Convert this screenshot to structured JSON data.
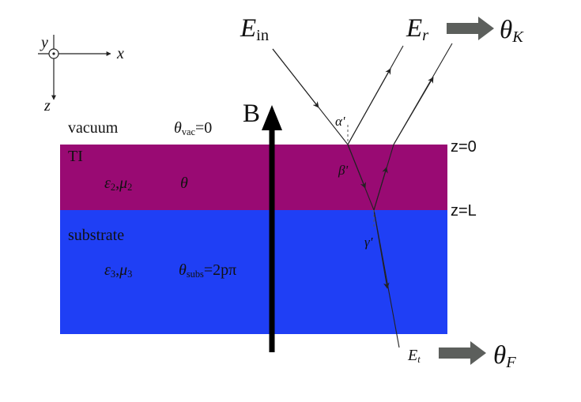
{
  "colors": {
    "ti_layer": "#990a73",
    "substrate_layer": "#1f3ff5",
    "arrow_gray": "#5c5f5c",
    "ray": "#222222",
    "b_arrow": "#000000"
  },
  "axes": {
    "y": "y",
    "x": "x",
    "z": "z"
  },
  "regions": {
    "vacuum": {
      "label": "vacuum",
      "theta_sym": "θ",
      "theta_sub": "vac",
      "theta_rest": "=0"
    },
    "ti": {
      "label": "TI",
      "eps": "ε",
      "eps_sub": "2",
      "mu": "μ",
      "mu_sub": "2",
      "theta": "θ"
    },
    "substrate": {
      "label": "substrate",
      "eps": "ε",
      "eps_sub": "3",
      "mu": "μ",
      "mu_sub": "3",
      "theta_sym": "θ",
      "theta_sub": "subs",
      "theta_rest": "=2pπ"
    }
  },
  "field": {
    "label": "B"
  },
  "interfaces": {
    "top": "z=0",
    "bottom": "z=L"
  },
  "beams": {
    "incident": {
      "sym": "E",
      "sub": "in"
    },
    "reflected": {
      "sym": "E",
      "sub": "r"
    },
    "transmitted": {
      "sym": "E",
      "sub": "t"
    }
  },
  "angles": {
    "alpha": "α'",
    "beta": "β'",
    "gamma": "γ'"
  },
  "rotations": {
    "kerr": {
      "sym": "θ",
      "sub": "K"
    },
    "faraday": {
      "sym": "θ",
      "sub": "F"
    }
  }
}
